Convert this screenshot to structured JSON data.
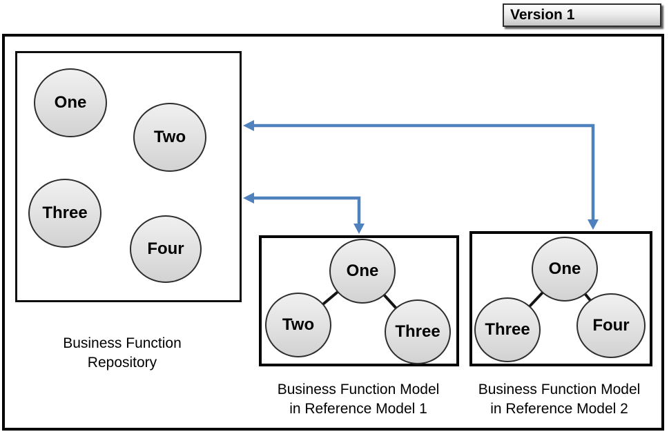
{
  "version_badge": {
    "label": "Version 1"
  },
  "repository": {
    "caption_line1": "Business Function",
    "caption_line2": "Repository",
    "circles": [
      {
        "label": "One"
      },
      {
        "label": "Two"
      },
      {
        "label": "Three"
      },
      {
        "label": "Four"
      }
    ]
  },
  "models": [
    {
      "caption_line1": "Business Function Model",
      "caption_line2": "in Reference Model 1",
      "root": {
        "label": "One"
      },
      "children": [
        {
          "label": "Two"
        },
        {
          "label": "Three"
        }
      ]
    },
    {
      "caption_line1": "Business Function Model",
      "caption_line2": "in Reference Model 2",
      "root": {
        "label": "One"
      },
      "children": [
        {
          "label": "Three"
        },
        {
          "label": "Four"
        }
      ]
    }
  ],
  "colors": {
    "arrow_blue": "#4f81bd",
    "frame_black": "#000000",
    "circle_border": "#2d2d2d",
    "circle_fill_top": "#f0f0f0",
    "circle_fill_bottom": "#d2d2d2",
    "badge_fill_top": "#fdfdfd",
    "badge_fill_bottom": "#c7c7c7"
  }
}
